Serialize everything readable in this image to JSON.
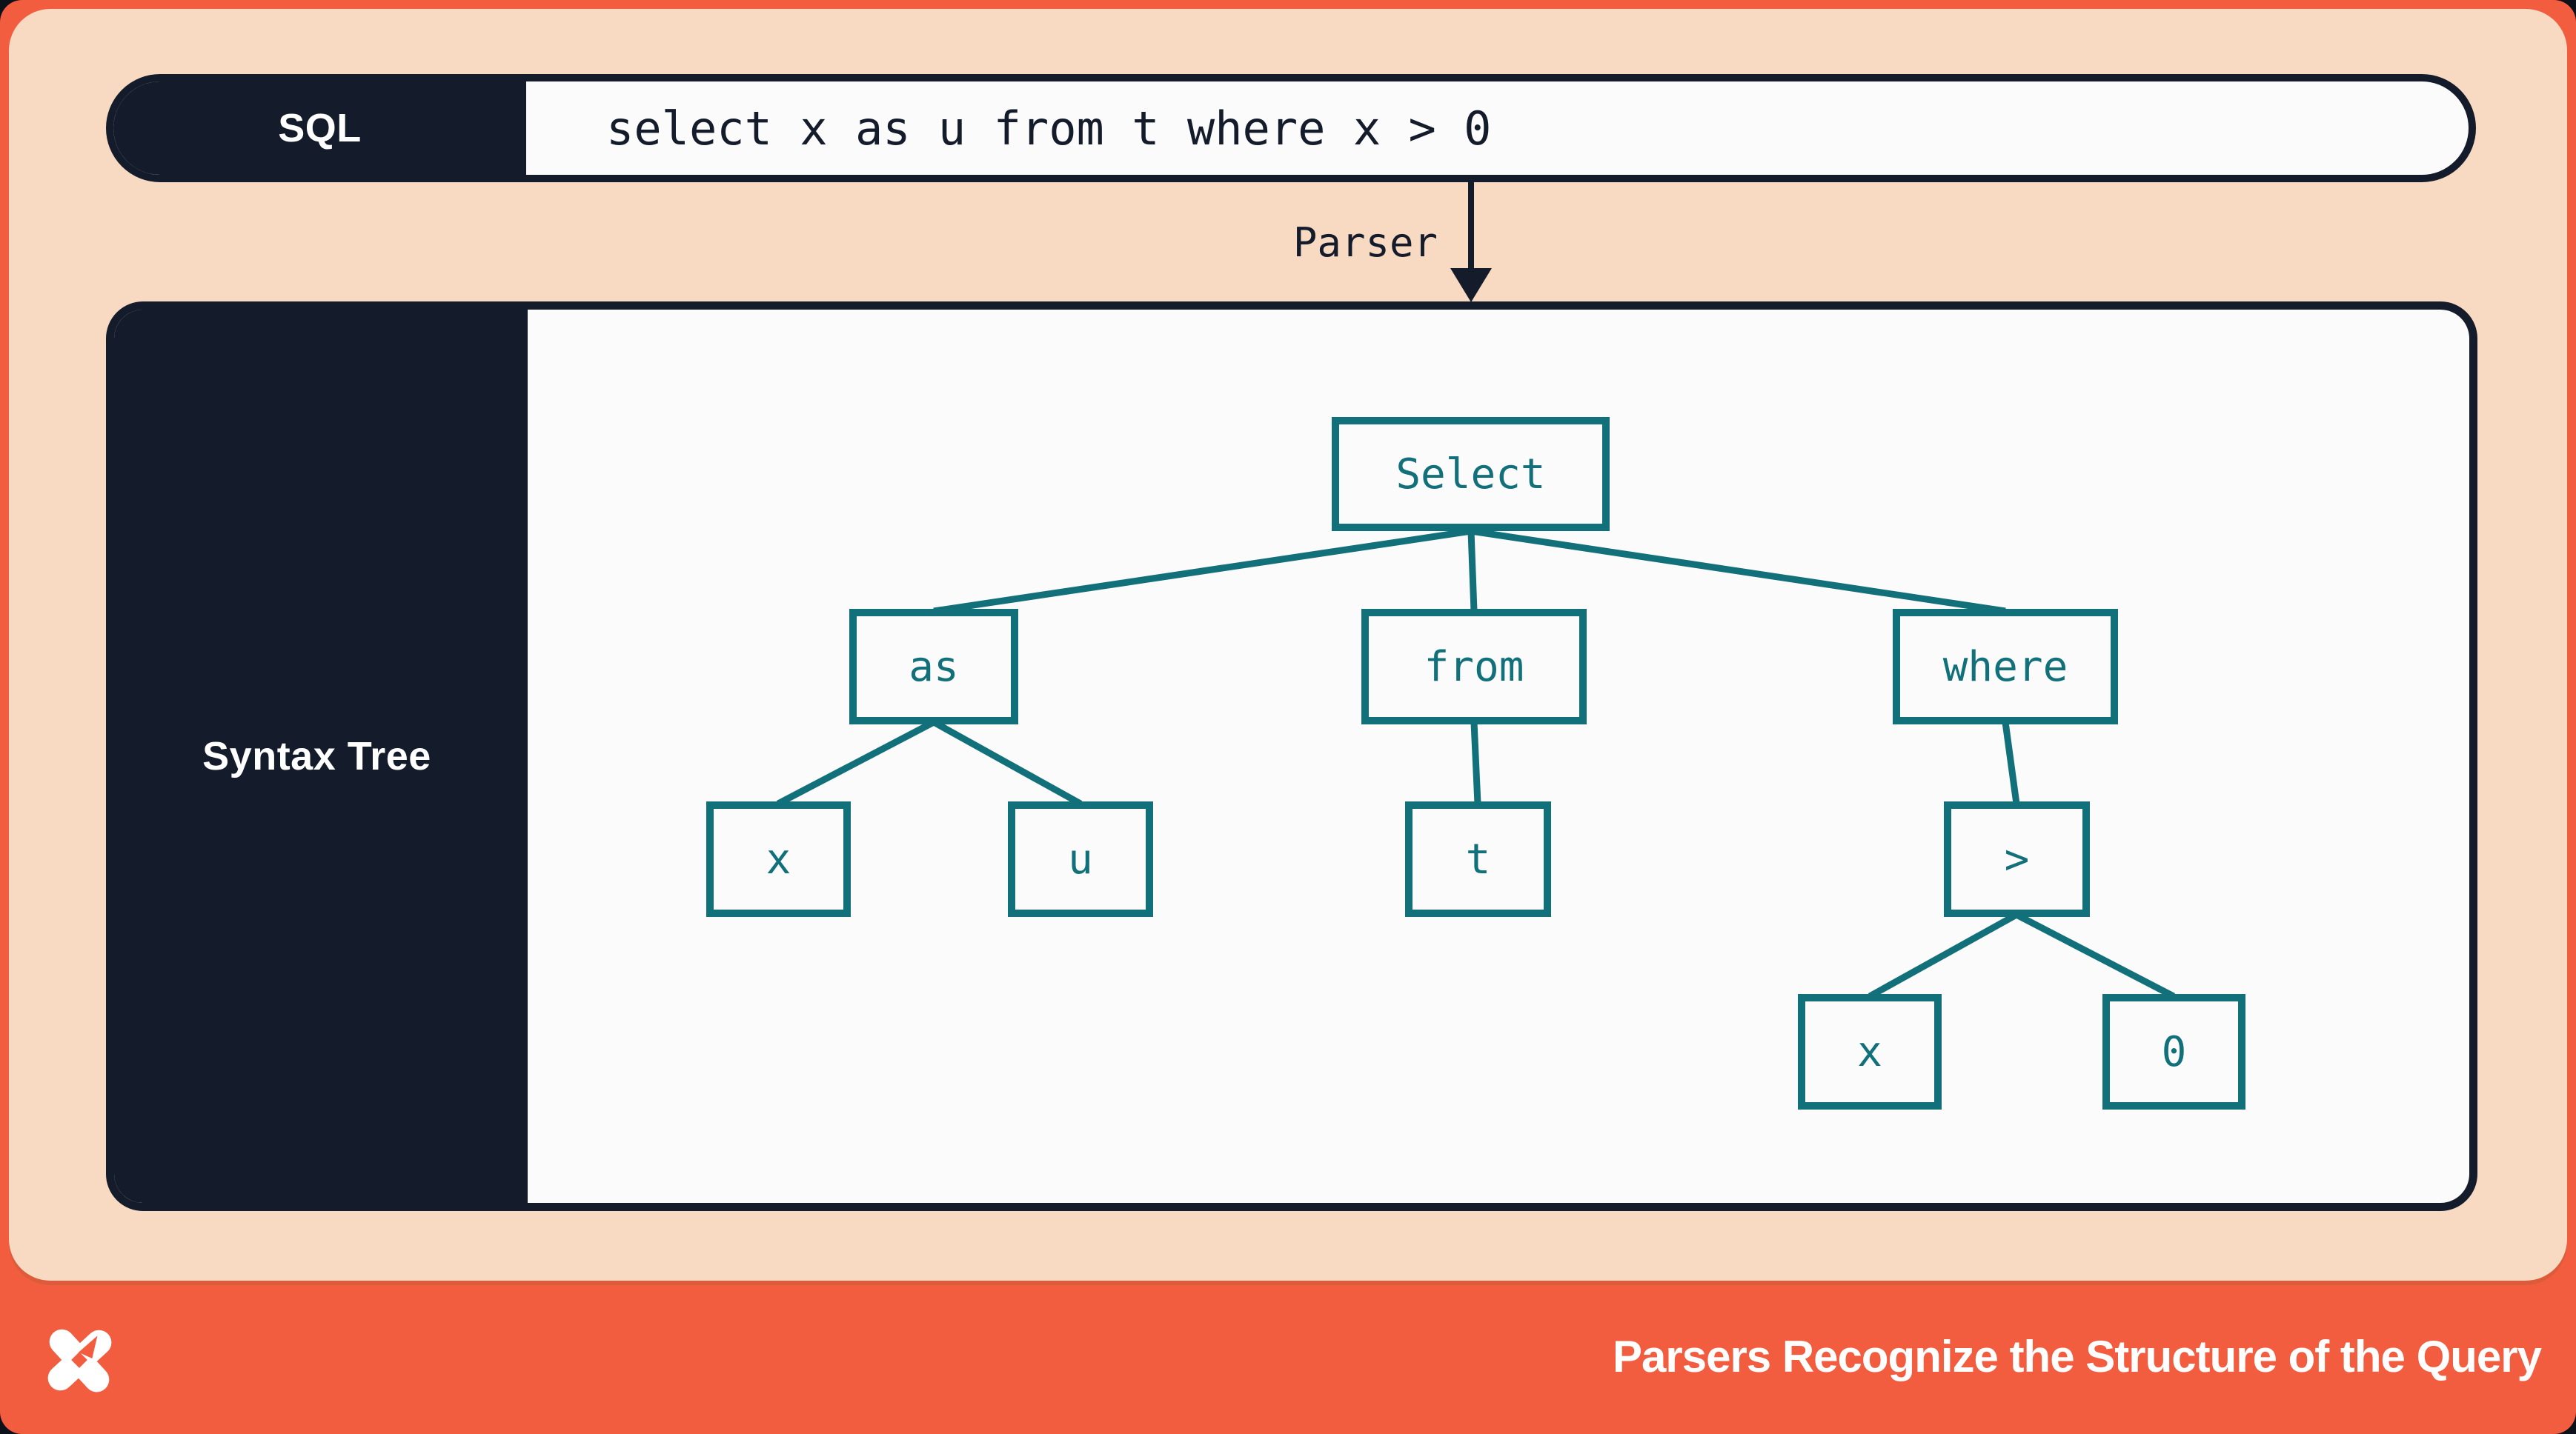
{
  "sql_bar": {
    "label": "SQL",
    "query": "select x as u from t where x > 0"
  },
  "parser": {
    "label": "Parser"
  },
  "syntax_tree": {
    "label": "Syntax Tree",
    "nodes": {
      "select": "Select",
      "as": "as",
      "from": "from",
      "where": "where",
      "x1": "x",
      "u": "u",
      "t": "t",
      "gt": ">",
      "x2": "x",
      "zero": "0"
    },
    "edges": [
      [
        "select",
        "as"
      ],
      [
        "select",
        "from"
      ],
      [
        "select",
        "where"
      ],
      [
        "as",
        "x1"
      ],
      [
        "as",
        "u"
      ],
      [
        "from",
        "t"
      ],
      [
        "where",
        "gt"
      ],
      [
        "gt",
        "x2"
      ],
      [
        "gt",
        "zero"
      ]
    ]
  },
  "footer": {
    "caption": "Parsers Recognize the Structure of the Query",
    "logo": "dolt-logo"
  },
  "colors": {
    "background_orange": "#f25d40",
    "panel_peach": "#f8d9c1",
    "ink_navy": "#141b2a",
    "node_teal": "#11707a",
    "surface_white": "#fbfbfb",
    "text_white": "#ffffff"
  }
}
